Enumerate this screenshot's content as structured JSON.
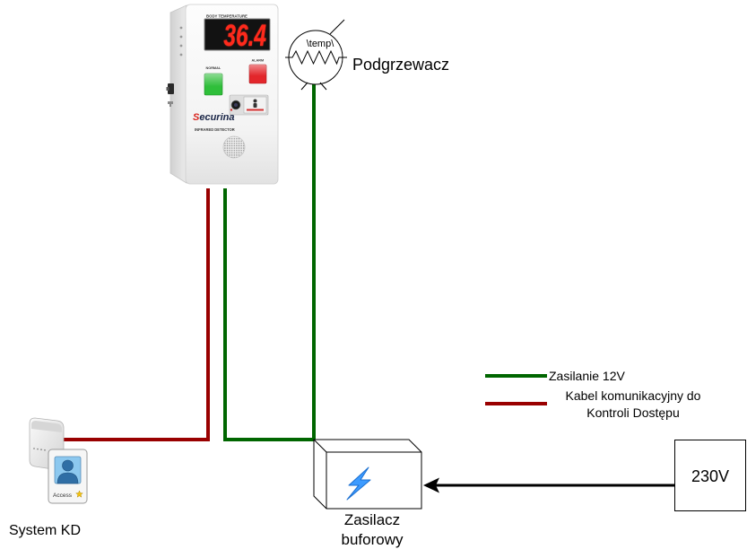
{
  "scanner": {
    "display_label": "BODY TEMPERATURE",
    "temperature_reading": "36.4",
    "reading_color": "#ff2b1c",
    "normal_label": "NORMAL",
    "normal_color": "#2fbf3a",
    "alarm_label": "ALARM",
    "alarm_color": "#e3262b",
    "brand": "Securina",
    "model_label": "INFRARED DETECTOR"
  },
  "heater": {
    "symbol_text": "\\temp\\",
    "label": "Podgrzewacz"
  },
  "power_supply": {
    "label_lines": [
      "Zasilacz",
      "buforowy"
    ],
    "icon": "lightning-bolt",
    "icon_color": "#3d9bff"
  },
  "mains": {
    "label": "230V"
  },
  "access_control": {
    "label": "System KD",
    "card_text": "Access",
    "icon": "id-card-reader"
  },
  "legend": [
    {
      "label_lines": [
        "Zasilanie 12V"
      ],
      "color": "#006600"
    },
    {
      "label_lines": [
        "Kabel komunikacyjny do",
        "Kontroli Dostępu"
      ],
      "color": "#990000"
    }
  ]
}
